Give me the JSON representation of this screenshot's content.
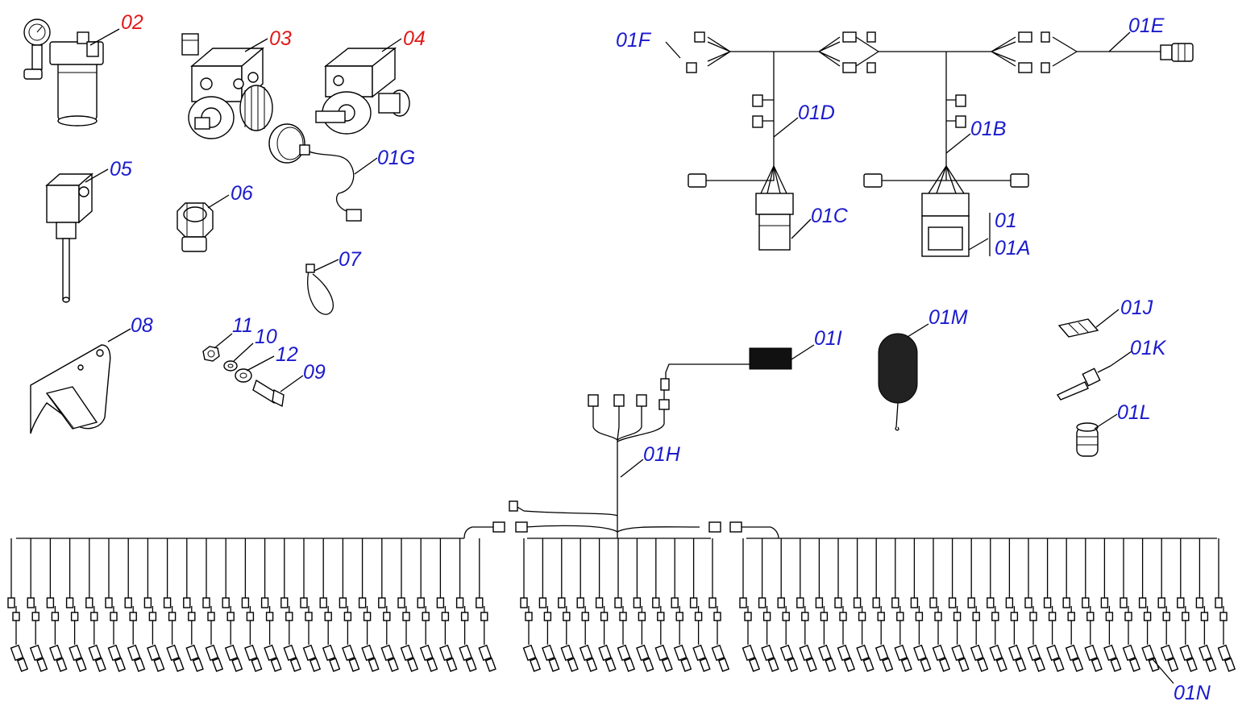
{
  "diagram": {
    "labels": {
      "c02": "02",
      "c03": "03",
      "c04": "04",
      "c05": "05",
      "c06": "06",
      "c07": "07",
      "c08": "08",
      "c09": "09",
      "c10": "10",
      "c11": "11",
      "c12": "12",
      "c01": "01",
      "c01A": "01A",
      "c01B": "01B",
      "c01C": "01C",
      "c01D": "01D",
      "c01E": "01E",
      "c01F": "01F",
      "c01G": "01G",
      "c01H": "01H",
      "c01I": "01I",
      "c01J": "01J",
      "c01K": "01K",
      "c01L": "01L",
      "c01M": "01M",
      "c01N": "01N"
    },
    "colors": {
      "blue_callout": "#1a1acc",
      "red_callout": "#e01a1a",
      "line": "#000000"
    },
    "icons": [
      "valve-filter",
      "hydraulic-block",
      "hydraulic-motor",
      "solenoid",
      "nut",
      "cable-tie",
      "bracket",
      "bolt",
      "washer",
      "connector",
      "ferrite-choke",
      "terminal",
      "seal"
    ]
  }
}
